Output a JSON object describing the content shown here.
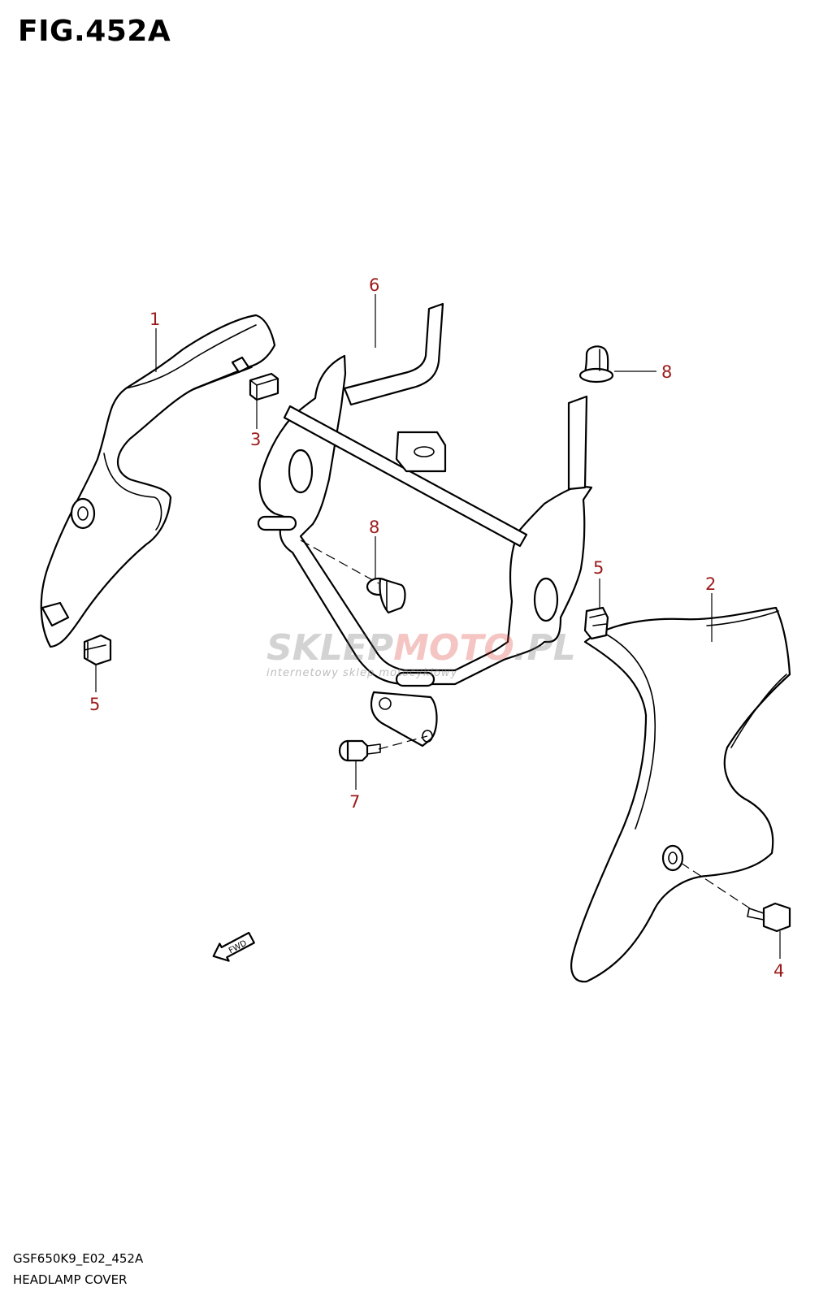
{
  "figure": {
    "title": "FIG.452A",
    "code": "GSF650K9_E02_452A",
    "name": "HEADLAMP COVER"
  },
  "callouts": {
    "c1": "1",
    "c2": "2",
    "c3": "3",
    "c4": "4",
    "c5a": "5",
    "c5b": "5",
    "c6": "6",
    "c7": "7",
    "c8a": "8",
    "c8b": "8"
  },
  "direction_marker": "FWD",
  "watermark": {
    "brand_left": "SKLEP",
    "brand_mid": "MOTO",
    "brand_right": ".PL",
    "tagline": "internetowy sklep motocyklowy",
    "color_dark": "#666666",
    "color_accent": "#d9342b"
  }
}
